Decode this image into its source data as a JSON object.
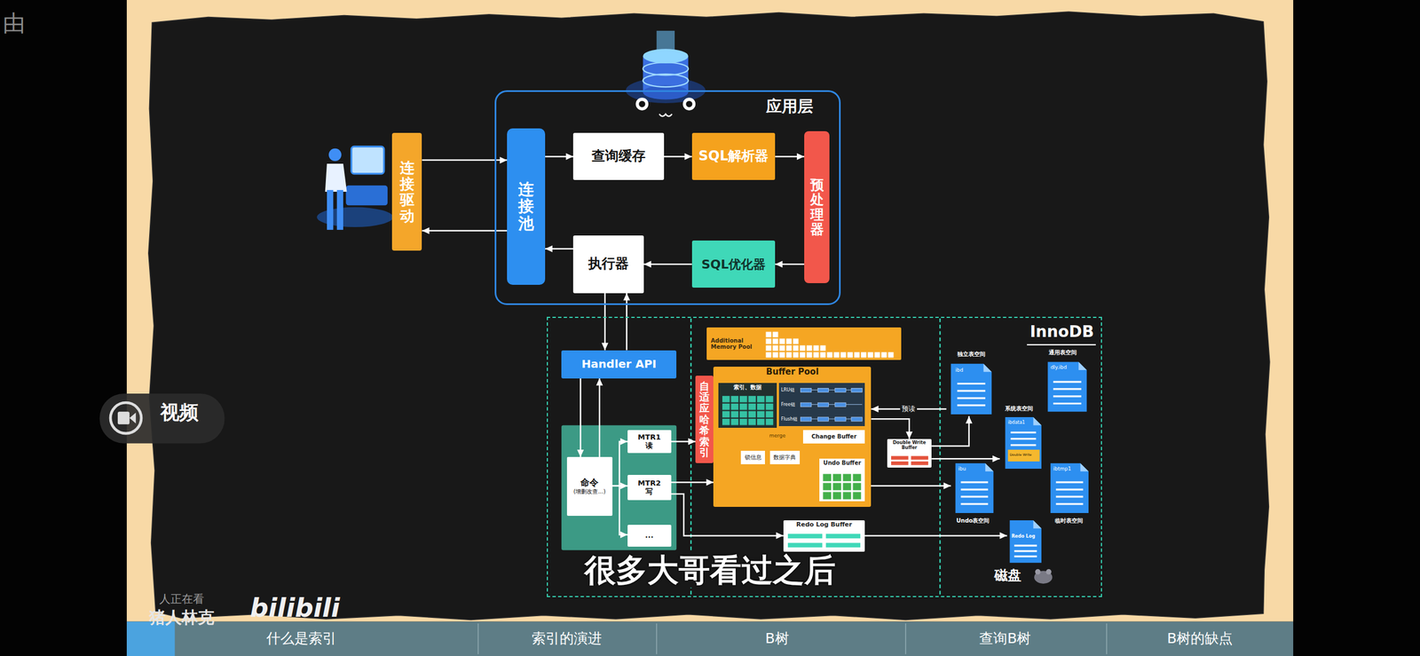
{
  "diagram": {
    "nodes": [
      {
        "text": [
          "连接驱动"
        ]
      },
      {
        "text": [
          "应用层"
        ]
      },
      {
        "text": [
          "连接池"
        ],
        "in": 1
      },
      {
        "text": [
          "查询缓存"
        ],
        "in": 1
      },
      {
        "text": [
          "SQL解析器"
        ],
        "in": 1
      },
      {
        "text": [
          "预处理器"
        ],
        "in": 1
      },
      {
        "text": [
          "执行器"
        ],
        "in": 1
      },
      {
        "text": [
          "SQL优化器"
        ],
        "in": 1
      },
      {
        "text": [
          "InnoDB"
        ]
      },
      {
        "text": [
          "Handler API"
        ],
        "in": 8
      },
      {
        "text": [
          "命令",
          "(增删改查...)"
        ],
        "in": 8
      },
      {
        "text": [
          "MTR1",
          "读"
        ],
        "in": 8
      },
      {
        "text": [
          "MTR2",
          "写"
        ],
        "in": 8
      },
      {
        "text": [
          "..."
        ],
        "in": 8
      },
      {
        "text": [
          "Additional Memory Pool"
        ],
        "in": 8
      },
      {
        "text": [
          "自适应哈希索引"
        ],
        "in": 8
      },
      {
        "text": [
          "Buffer Pool"
        ],
        "in": 8
      },
      {
        "text": [
          "索引、数据"
        ],
        "in": 16
      },
      {
        "text": [
          "LRU链",
          "Free链",
          "Flush链"
        ],
        "in": 16
      },
      {
        "text": [
          "Change Buffer"
        ],
        "in": 16
      },
      {
        "text": [
          "锁信息"
        ],
        "in": 16
      },
      {
        "text": [
          "数据字典"
        ],
        "in": 16
      },
      {
        "text": [
          "Undo Buffer"
        ],
        "in": 16
      },
      {
        "text": [
          "Redo Log Buffer"
        ],
        "in": 8
      },
      {
        "text": [
          "Double Write Buffer"
        ],
        "in": 8
      },
      {
        "text": [
          "独立表空间",
          "ibd"
        ],
        "in": 8
      },
      {
        "text": [
          "通用表空间",
          "dly.ibd"
        ],
        "in": 8
      },
      {
        "text": [
          "系统表空间",
          "ibdata1",
          "Double Write"
        ],
        "in": 8
      },
      {
        "text": [
          "ibu",
          "Undo表空间"
        ],
        "in": 8
      },
      {
        "text": [
          "ibtmp1",
          "临时表空间"
        ],
        "in": 8
      },
      {
        "text": [
          "Redo Log"
        ],
        "in": 8
      }
    ],
    "edges": [
      {
        "from": 0,
        "to": 2,
        "arrow": "to"
      },
      {
        "from": 2,
        "to": 0,
        "arrow": "to"
      },
      {
        "from": 2,
        "to": 3,
        "arrow": "to"
      },
      {
        "from": 3,
        "to": 4,
        "arrow": "to"
      },
      {
        "from": 4,
        "to": 5,
        "arrow": "to"
      },
      {
        "from": 5,
        "to": 7,
        "arrow": "to"
      },
      {
        "from": 7,
        "to": 6,
        "arrow": "to"
      },
      {
        "from": 6,
        "to": 2,
        "arrow": "to"
      },
      {
        "from": 6,
        "to": 9,
        "arrow": "to"
      },
      {
        "from": 9,
        "to": 6,
        "arrow": "to"
      },
      {
        "from": 9,
        "to": 10,
        "arrow": "to"
      },
      {
        "from": 10,
        "to": 9,
        "arrow": "to"
      },
      {
        "from": 10,
        "to": 11,
        "arrow": "to"
      },
      {
        "from": 10,
        "to": 12,
        "arrow": "to"
      },
      {
        "from": 10,
        "to": 13,
        "arrow": "to"
      },
      {
        "from": 11,
        "to": 15,
        "arrow": "to"
      },
      {
        "from": 12,
        "to": 16,
        "arrow": "to"
      },
      {
        "from": 12,
        "to": 23,
        "arrow": "to"
      },
      {
        "from": 16,
        "to": 24,
        "arrow": "to"
      },
      {
        "from": 25,
        "to": 16,
        "label": "预读",
        "arrow": "to"
      },
      {
        "from": 24,
        "to": 25,
        "arrow": "to"
      },
      {
        "from": 24,
        "to": 27,
        "arrow": "to"
      },
      {
        "from": 22,
        "to": 28,
        "arrow": "to"
      },
      {
        "from": 23,
        "to": 30,
        "arrow": "to"
      },
      {
        "from": 19,
        "to": 17,
        "label": "merge",
        "arrow": "to"
      }
    ],
    "labels": [
      "由",
      "视频",
      "磁盘",
      "很多大哥看过之后",
      "人正在看",
      "猪人林克",
      "bilibili",
      "什么是索引",
      "索引的演进",
      "B树",
      "查询B树",
      "B树的缺点"
    ]
  }
}
